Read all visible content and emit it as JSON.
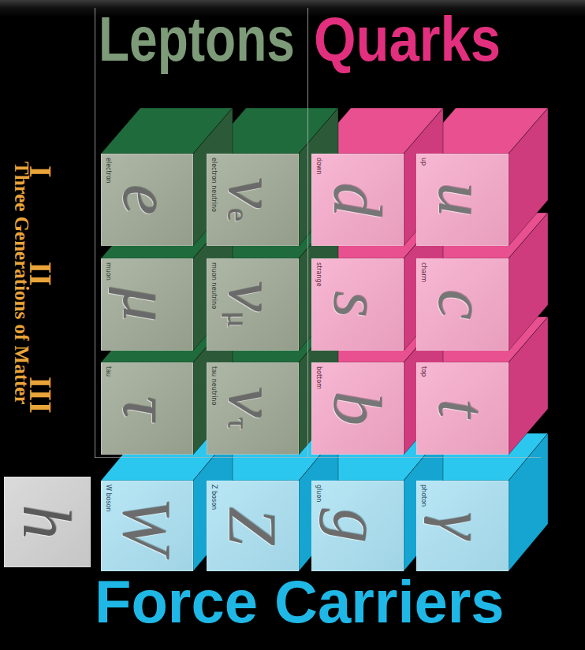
{
  "diagram": {
    "nodes": [
      {
        "text": [
          "e",
          "electron"
        ]
      },
      {
        "text": [
          "νe",
          "electron neutrino"
        ]
      },
      {
        "text": [
          "d",
          "down"
        ]
      },
      {
        "text": [
          "u",
          "up"
        ]
      },
      {
        "text": [
          "μ",
          "muon"
        ]
      },
      {
        "text": [
          "νμ",
          "muon neutrino"
        ]
      },
      {
        "text": [
          "s",
          "strange"
        ]
      },
      {
        "text": [
          "c",
          "charm"
        ]
      },
      {
        "text": [
          "τ",
          "tau"
        ]
      },
      {
        "text": [
          "ντ",
          "tau neutrino"
        ]
      },
      {
        "text": [
          "b",
          "bottom"
        ]
      },
      {
        "text": [
          "t",
          "top"
        ]
      },
      {
        "text": [
          "h"
        ]
      },
      {
        "text": [
          "W",
          "W boson"
        ]
      },
      {
        "text": [
          "Z",
          "Z boson"
        ]
      },
      {
        "text": [
          "g",
          "gluon"
        ]
      },
      {
        "text": [
          "γ",
          "photon"
        ]
      }
    ],
    "labels": [
      "Leptons",
      "Quarks",
      "I",
      "II",
      "III",
      "Three Generations of Matter",
      "Force Carriers"
    ]
  }
}
